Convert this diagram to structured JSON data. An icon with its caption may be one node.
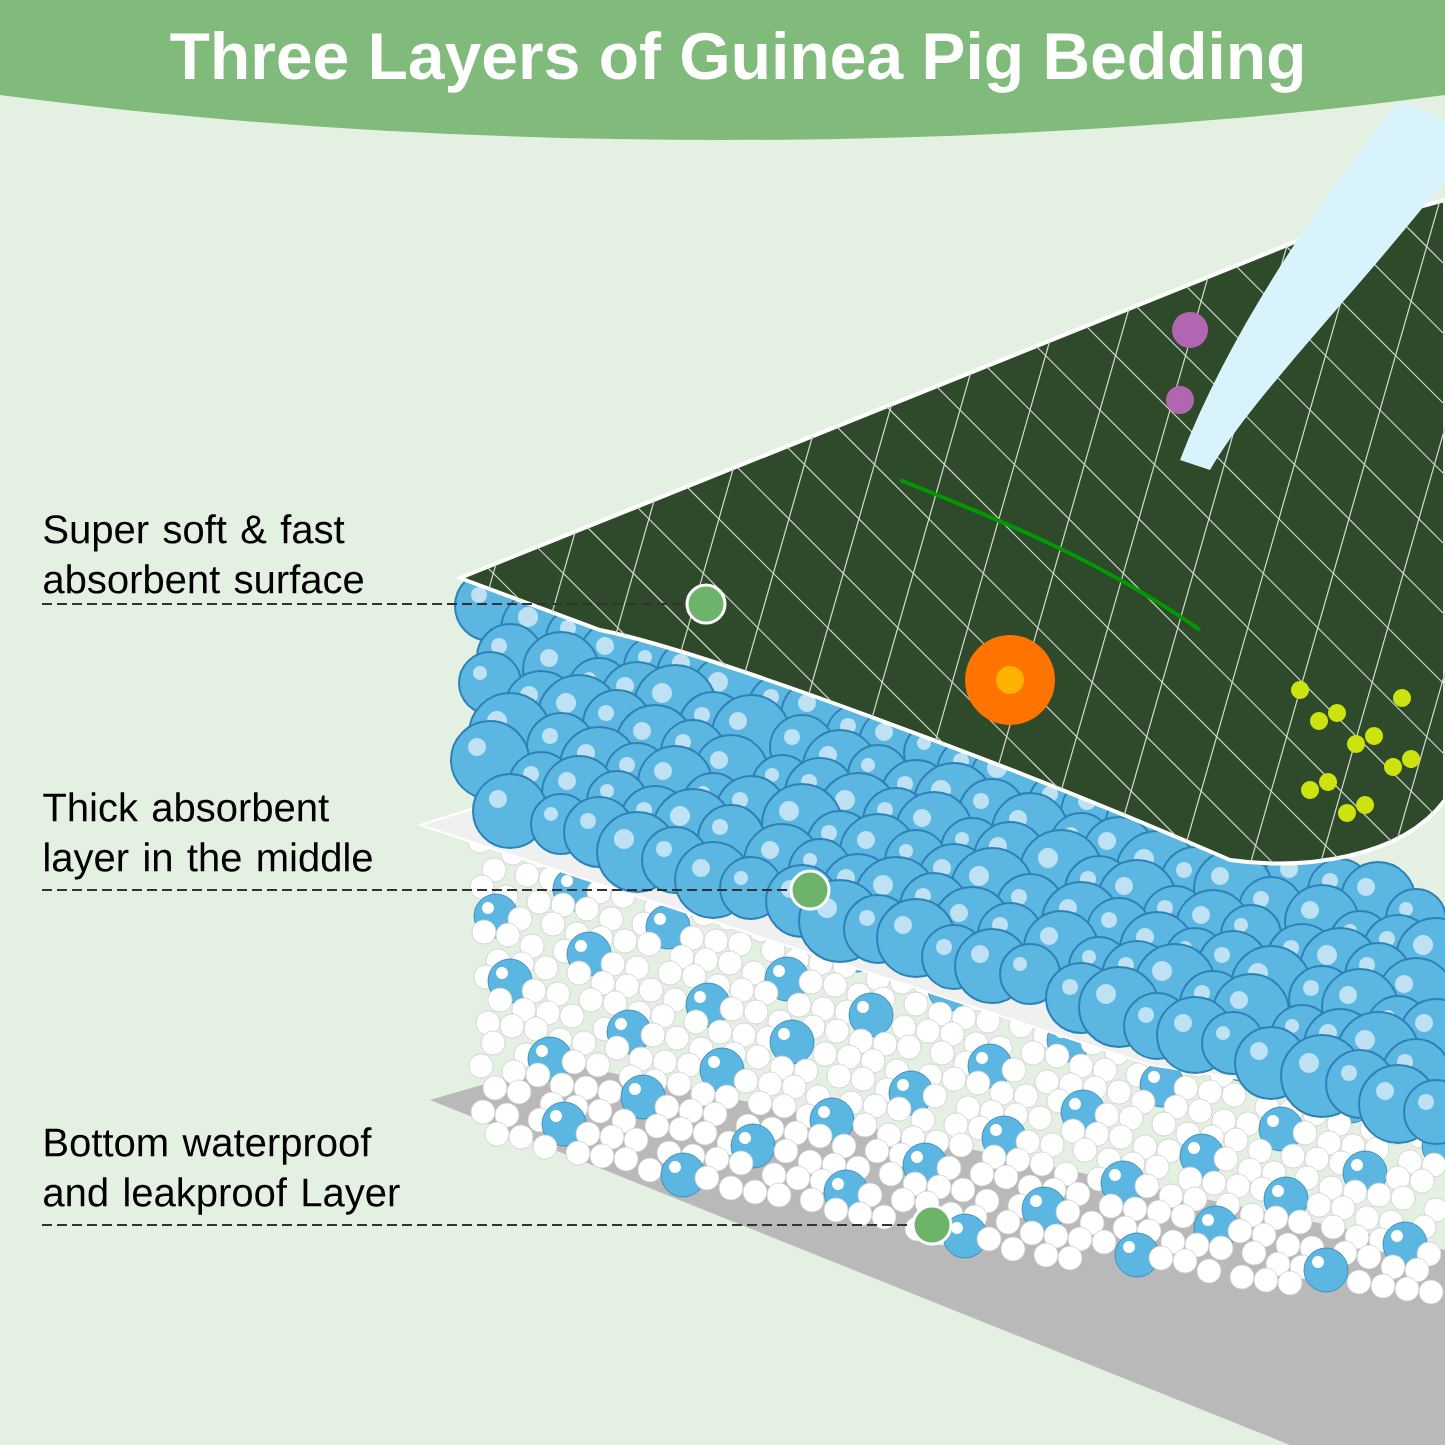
{
  "diagram": {
    "title": "Three Layers of Guinea Pig Bedding",
    "nodes": [
      {
        "text": [
          "Super soft & fast absorbent surface"
        ]
      },
      {
        "text": [],
        "shape": "circle"
      },
      {
        "text": [
          "Thick absorbent layer in the middle"
        ]
      },
      {
        "text": [],
        "shape": "circle"
      },
      {
        "text": [
          "Bottom waterproof and leakproof Layer"
        ]
      },
      {
        "text": [],
        "shape": "circle"
      }
    ],
    "edges": [
      {
        "from": 0,
        "to": 1,
        "arrow": "none",
        "style": "dashed"
      },
      {
        "from": 2,
        "to": 3,
        "arrow": "none",
        "style": "dashed"
      },
      {
        "from": 4,
        "to": 5,
        "arrow": "none",
        "style": "dashed"
      }
    ]
  }
}
